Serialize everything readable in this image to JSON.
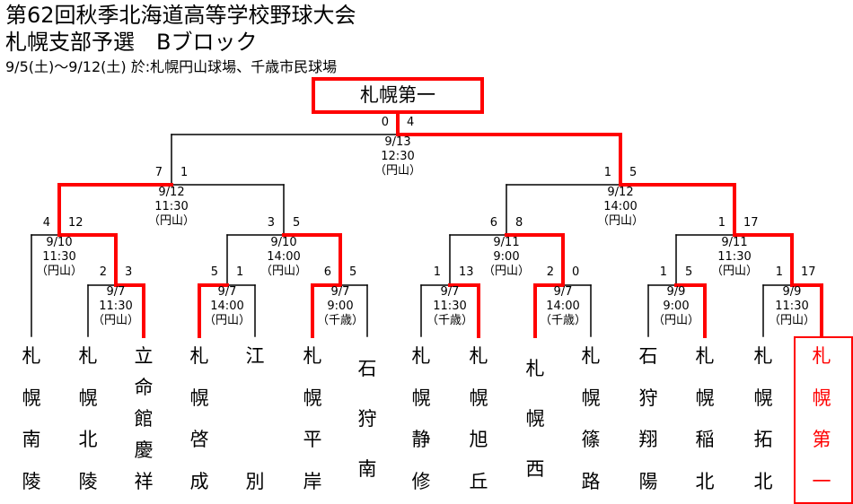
{
  "header": {
    "title": "第62回秋季北海道高等学校野球大会",
    "subtitle": "札幌支部予選　Bブロック",
    "dates": "9/5(土)～9/12(土) 於:札幌円山球場、千歳市民球場"
  },
  "champion": "札幌第一",
  "colors": {
    "winner": "#ff0000",
    "line": "#000000"
  },
  "teams": [
    [
      "札",
      "幌",
      "南",
      "陵"
    ],
    [
      "札",
      "幌",
      "北",
      "陵"
    ],
    [
      "立",
      "命",
      "館",
      "慶",
      "祥"
    ],
    [
      "札",
      "幌",
      "啓",
      "成"
    ],
    [
      "江",
      "別"
    ],
    [
      "札",
      "幌",
      "平",
      "岸"
    ],
    [
      "石",
      "狩",
      "南"
    ],
    [
      "札",
      "幌",
      "静",
      "修"
    ],
    [
      "札",
      "幌",
      "旭",
      "丘"
    ],
    [
      "札",
      "幌",
      "西"
    ],
    [
      "札",
      "幌",
      "篠",
      "路"
    ],
    [
      "石",
      "狩",
      "翔",
      "陽"
    ],
    [
      "札",
      "幌",
      "稲",
      "北"
    ],
    [
      "札",
      "幌",
      "拓",
      "北"
    ],
    [
      "札",
      "幌",
      "第",
      "一"
    ]
  ],
  "matches": [
    {
      "id": "r1a",
      "score_left": "2",
      "score_right": "3",
      "date": "9/7",
      "time": "11:30",
      "venue": "（円山）"
    },
    {
      "id": "r1b",
      "score_left": "5",
      "score_right": "1",
      "date": "9/7",
      "time": "14:00",
      "venue": "（円山）"
    },
    {
      "id": "r1c",
      "score_left": "6",
      "score_right": "5",
      "date": "9/7",
      "time": "9:00",
      "venue": "（千歳）"
    },
    {
      "id": "r1d",
      "score_left": "1",
      "score_right": "13",
      "date": "9/7",
      "time": "11:30",
      "venue": "（千歳）"
    },
    {
      "id": "r1e",
      "score_left": "2",
      "score_right": "0",
      "date": "9/7",
      "time": "14:00",
      "venue": "（千歳）"
    },
    {
      "id": "r1f",
      "score_left": "1",
      "score_right": "5",
      "date": "9/9",
      "time": "9:00",
      "venue": "（円山）"
    },
    {
      "id": "r1g",
      "score_left": "1",
      "score_right": "17",
      "date": "9/9",
      "time": "11:30",
      "venue": "（円山）"
    },
    {
      "id": "r2a",
      "score_left": "4",
      "score_right": "12",
      "date": "9/10",
      "time": "11:30",
      "venue": "（円山）"
    },
    {
      "id": "r2b",
      "score_left": "3",
      "score_right": "5",
      "date": "9/10",
      "time": "14:00",
      "venue": "（円山）"
    },
    {
      "id": "r2c",
      "score_left": "6",
      "score_right": "8",
      "date": "9/11",
      "time": "9:00",
      "venue": "（円山）"
    },
    {
      "id": "r2d",
      "score_left": "1",
      "score_right": "17",
      "date": "9/11",
      "time": "11:30",
      "venue": "（円山）"
    },
    {
      "id": "r3a",
      "score_left": "7",
      "score_right": "1",
      "date": "9/12",
      "time": "11:30",
      "venue": "（円山）"
    },
    {
      "id": "r3b",
      "score_left": "1",
      "score_right": "5",
      "date": "9/12",
      "time": "14:00",
      "venue": "（円山）"
    },
    {
      "id": "final",
      "score_left": "0",
      "score_right": "4",
      "date": "9/13",
      "time": "12:30",
      "venue": "（円山）"
    }
  ]
}
